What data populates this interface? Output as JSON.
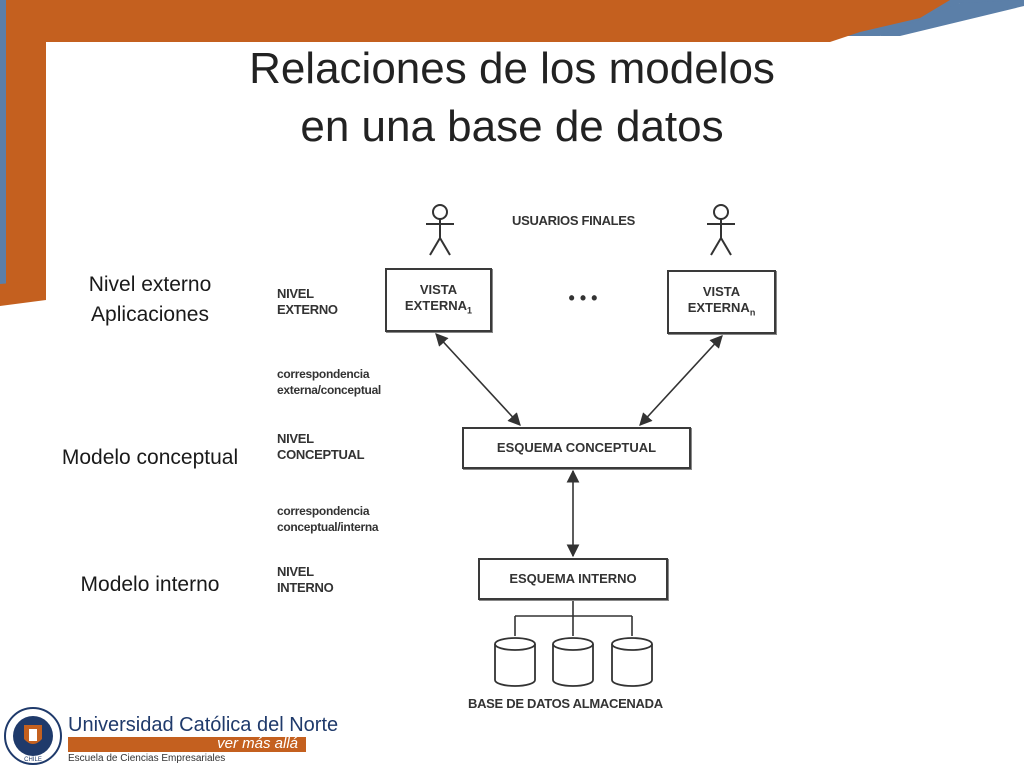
{
  "slide": {
    "title_line1": "Relaciones de los modelos",
    "title_line2": "en una base de datos"
  },
  "side_labels": {
    "externo_line1": "Nivel externo",
    "externo_line2": "Aplicaciones",
    "conceptual": "Modelo conceptual",
    "interno": "Modelo interno"
  },
  "diagram": {
    "usuarios": "USUARIOS FINALES",
    "nivel_externo": [
      "NIVEL",
      "EXTERNO"
    ],
    "corr_ext_conc": [
      "correspondencia",
      "externa/conceptual"
    ],
    "nivel_conceptual": [
      "NIVEL",
      "CONCEPTUAL"
    ],
    "corr_conc_int": [
      "correspondencia",
      "conceptual/interna"
    ],
    "nivel_interno": [
      "NIVEL",
      "INTERNO"
    ],
    "vista1": {
      "line1": "VISTA",
      "line2": "EXTERNA",
      "sub": "1"
    },
    "vistan": {
      "line1": "VISTA",
      "line2": "EXTERNA",
      "sub": "n"
    },
    "ellipsis": "• • •",
    "esquema_conceptual": "ESQUEMA CONCEPTUAL",
    "esquema_interno": "ESQUEMA INTERNO",
    "base_datos": "BASE DE DATOS ALMACENADA"
  },
  "footer": {
    "university": "Universidad Católica del Norte",
    "slogan": "ver más allá",
    "school": "Escuela de Ciencias Empresariales",
    "seal_letters": "CHILE"
  },
  "colors": {
    "accent_orange": "#c4601f",
    "accent_blue": "#5b7fa8",
    "brand_navy": "#1f3a6b"
  }
}
